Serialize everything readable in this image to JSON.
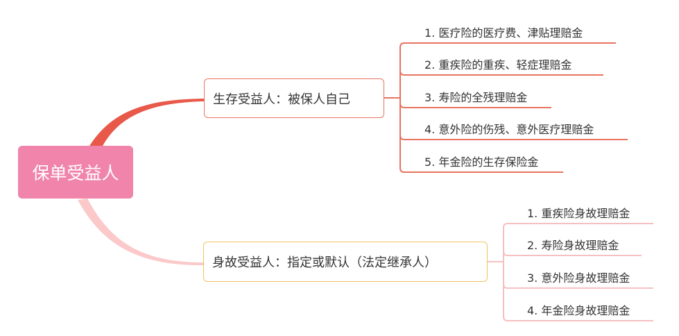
{
  "root": {
    "label": "保单受益人"
  },
  "branches": [
    {
      "label": "生存受益人：被保人自己",
      "color": "#e8735f",
      "items": [
        "1. 医疗险的医疗费、津贴理赔金",
        "2. 重疾险的重疾、轻症理赔金",
        "3. 寿险的全残理赔金",
        "4. 意外险的伤残、意外医疗理赔金",
        "5. 年金险的生存保险金"
      ]
    },
    {
      "label": "身故受益人：指定或默认（法定继承人）",
      "color": "#f2c35a",
      "items": [
        "1. 重疾险身故理赔金",
        "2. 寿险身故理赔金",
        "3. 意外险身故理赔金",
        "4. 年金险身故理赔金"
      ]
    }
  ],
  "colors": {
    "root": "#f084aa",
    "upper_curve": "#e8594a",
    "lower_curve": "#fbc9c9",
    "upper_leaf_line": "#e8735f",
    "lower_leaf_line": "#f7c0c0"
  }
}
